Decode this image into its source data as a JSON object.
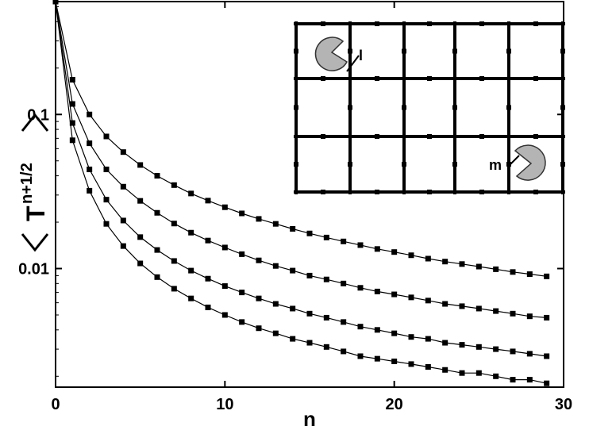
{
  "chart_data": {
    "type": "scatter",
    "title": "",
    "xlabel": "n",
    "ylabel_main": "T",
    "ylabel_superscript": "n+1/2",
    "xlim": [
      0,
      30
    ],
    "ylim": [
      0.0017,
      0.54
    ],
    "yscale": "log",
    "grid": false,
    "legend": "none",
    "x_ticks": [
      {
        "value": 0,
        "label": "0"
      },
      {
        "value": 10,
        "label": "10"
      },
      {
        "value": 20,
        "label": "20"
      },
      {
        "value": 30,
        "label": "30"
      }
    ],
    "y_ticks": [
      {
        "value": 0.1,
        "label": "0.1"
      },
      {
        "value": 0.01,
        "label": "0.01"
      }
    ],
    "series": [
      {
        "x": [
          0,
          1,
          2,
          3,
          4,
          5,
          6,
          7,
          8,
          9,
          10,
          11,
          12,
          13,
          14,
          15,
          16,
          17,
          18,
          19,
          20,
          21,
          22,
          23,
          24,
          25,
          26,
          27,
          28,
          29
        ],
        "values": [
          0.54,
          0.168,
          0.1,
          0.072,
          0.057,
          0.047,
          0.04,
          0.0348,
          0.0307,
          0.0276,
          0.025,
          0.0228,
          0.021,
          0.0195,
          0.0181,
          0.0169,
          0.0159,
          0.015,
          0.0142,
          0.0134,
          0.0128,
          0.0122,
          0.0116,
          0.0111,
          0.0107,
          0.0103,
          0.0099,
          0.0095,
          0.0092,
          0.0089
        ]
      },
      {
        "x": [
          0,
          1,
          2,
          3,
          4,
          5,
          6,
          7,
          8,
          9,
          10,
          11,
          12,
          13,
          14,
          15,
          16,
          17,
          18,
          19,
          20,
          21,
          22,
          23,
          24,
          25,
          26,
          27,
          28,
          29
        ],
        "values": [
          0.54,
          0.117,
          0.065,
          0.044,
          0.034,
          0.0275,
          0.023,
          0.0196,
          0.0171,
          0.0152,
          0.0137,
          0.0124,
          0.0113,
          0.0104,
          0.0097,
          0.009,
          0.0085,
          0.008,
          0.0075,
          0.0071,
          0.0068,
          0.0065,
          0.0062,
          0.0059,
          0.0057,
          0.0055,
          0.0053,
          0.0051,
          0.0049,
          0.0048
        ]
      },
      {
        "x": [
          0,
          1,
          2,
          3,
          4,
          5,
          6,
          7,
          8,
          9,
          10,
          11,
          12,
          13,
          14,
          15,
          16,
          17,
          18,
          19,
          20,
          21,
          22,
          23,
          24,
          25,
          26,
          27,
          28,
          29
        ],
        "values": [
          0.54,
          0.088,
          0.044,
          0.028,
          0.0205,
          0.016,
          0.0132,
          0.0112,
          0.0097,
          0.0086,
          0.0077,
          0.007,
          0.0064,
          0.0059,
          0.0055,
          0.0051,
          0.0048,
          0.0045,
          0.0042,
          0.004,
          0.0038,
          0.0036,
          0.0035,
          0.0033,
          0.0032,
          0.0031,
          0.003,
          0.0029,
          0.0028,
          0.0027
        ]
      },
      {
        "x": [
          0,
          1,
          2,
          3,
          4,
          5,
          6,
          7,
          8,
          9,
          10,
          11,
          12,
          13,
          14,
          15,
          16,
          17,
          18,
          19,
          20,
          21,
          22,
          23,
          24,
          25,
          26,
          27,
          28,
          29
        ],
        "values": [
          0.54,
          0.068,
          0.032,
          0.0195,
          0.014,
          0.0108,
          0.0088,
          0.0074,
          0.0064,
          0.0056,
          0.005,
          0.0045,
          0.0041,
          0.0038,
          0.0035,
          0.0033,
          0.0031,
          0.0029,
          0.0027,
          0.0026,
          0.0025,
          0.0024,
          0.0023,
          0.0022,
          0.0021,
          0.0021,
          0.002,
          0.0019,
          0.0019,
          0.0018
        ]
      }
    ],
    "inset": {
      "labels": {
        "l": "l",
        "m": "m"
      }
    }
  }
}
